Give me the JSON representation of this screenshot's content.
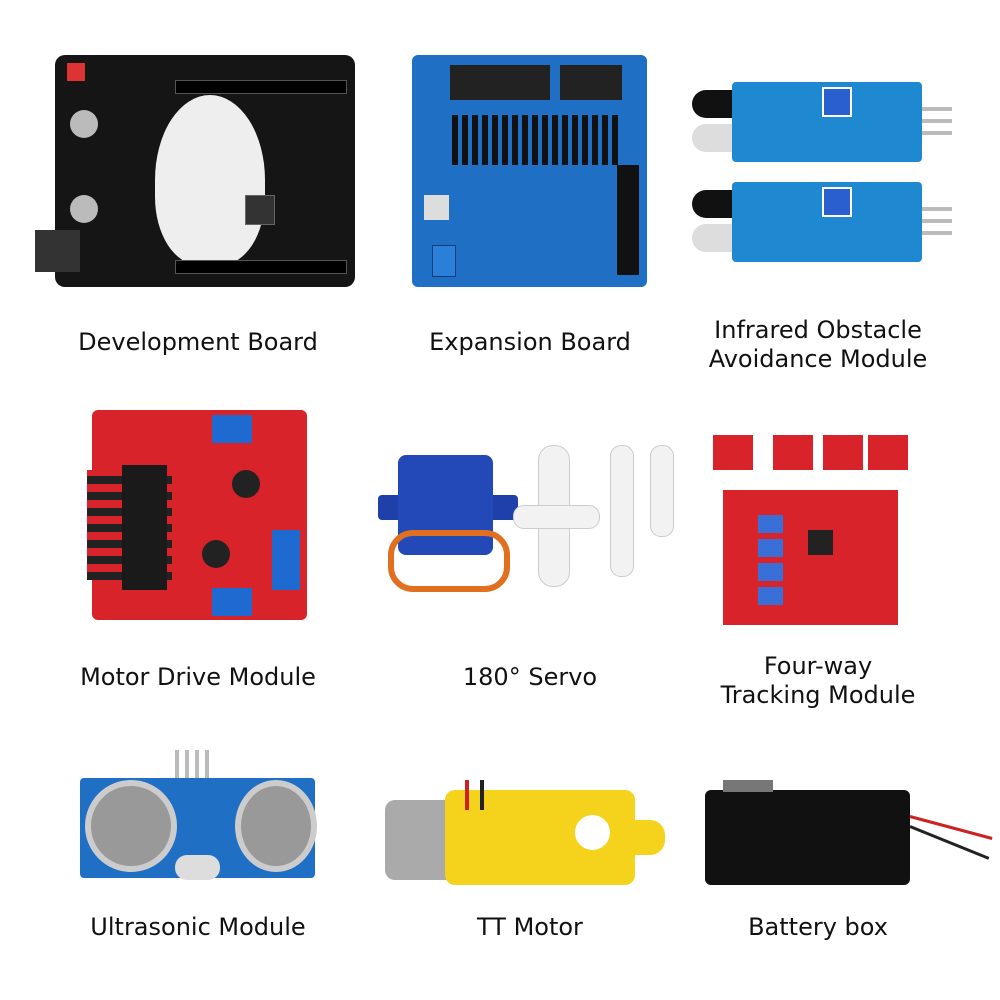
{
  "items": [
    {
      "label": "Development Board"
    },
    {
      "label": "Expansion Board"
    },
    {
      "label_lines": [
        "Infrared Obstacle",
        "Avoidance Module"
      ]
    },
    {
      "label": "Motor Drive Module"
    },
    {
      "label": "180° Servo"
    },
    {
      "label_lines": [
        "Four-way",
        "Tracking Module"
      ]
    },
    {
      "label": "Ultrasonic Module"
    },
    {
      "label": "TT Motor"
    },
    {
      "label": "Battery box"
    }
  ],
  "colors": {
    "dev_board": "#1a1a1a",
    "shield": "#1f6fc4",
    "ir": "#1e88d0",
    "motor_drive": "#d8232a",
    "servo": "#1e40a8",
    "tracking": "#d8232a",
    "ultrasonic": "#1f6fc4",
    "tt_motor": "#f5d21c",
    "battery": "#111111"
  }
}
